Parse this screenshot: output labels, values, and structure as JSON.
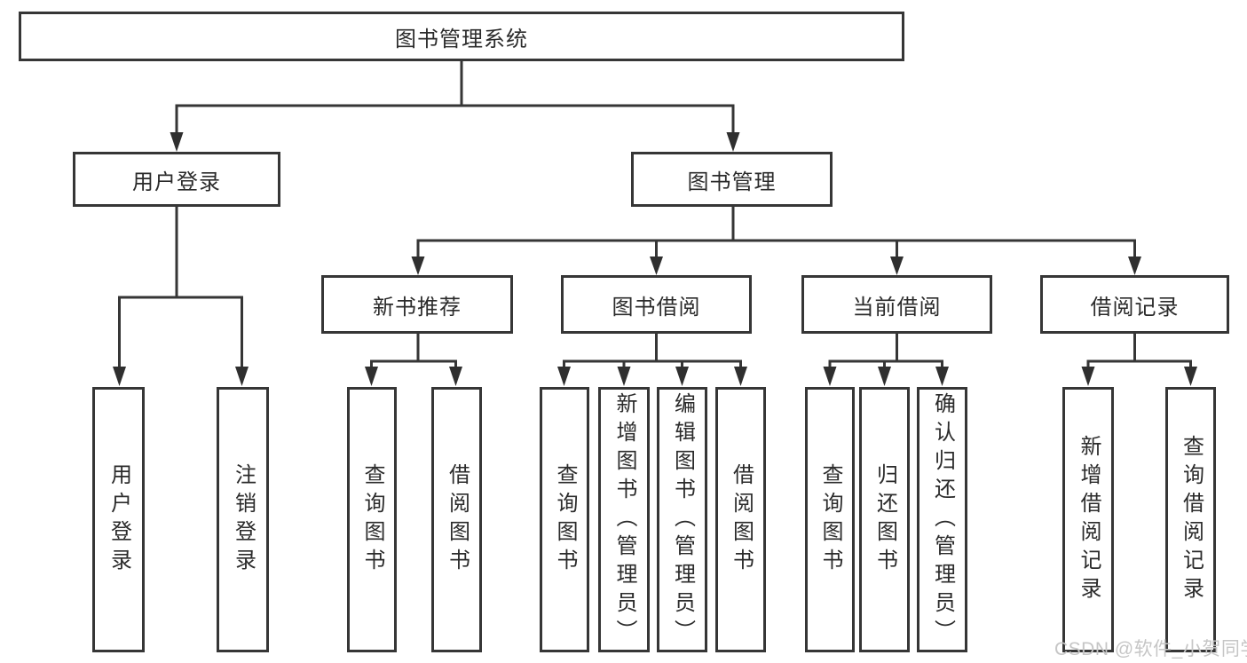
{
  "diagram": {
    "title": "图书管理系统",
    "colors": {
      "line": "#363636",
      "box_border": "#363636",
      "text": "#2b2b2b",
      "arrowhead": "#2f2f2f",
      "background": "#ffffff",
      "watermark": "#c6c6c6"
    },
    "nodes": {
      "root": "图书管理系统",
      "user_login": "用户登录",
      "book_mgmt": "图书管理",
      "new_book_rec": "新书推荐",
      "book_borrow": "图书借阅",
      "current_borrow": "当前借阅",
      "borrow_records": "借阅记录",
      "leaf_user_login": "用户登录",
      "leaf_logout": "注销登录",
      "leaf_query_book_rec": "查询图书",
      "leaf_borrow_book_rec": "借阅图书",
      "leaf_query_book_borrow": "查询图书",
      "leaf_add_book": "新增图书（管理员）",
      "leaf_edit_book": "编辑图书（管理员）",
      "leaf_borrow_book": "借阅图书",
      "leaf_query_book_current": "查询图书",
      "leaf_return_book": "归还图书",
      "leaf_confirm_return": "确认归还（管理员）",
      "leaf_add_record": "新增借阅记录",
      "leaf_query_record": "查询借阅记录"
    },
    "watermark": "CSDN @软件_小贺同学"
  }
}
